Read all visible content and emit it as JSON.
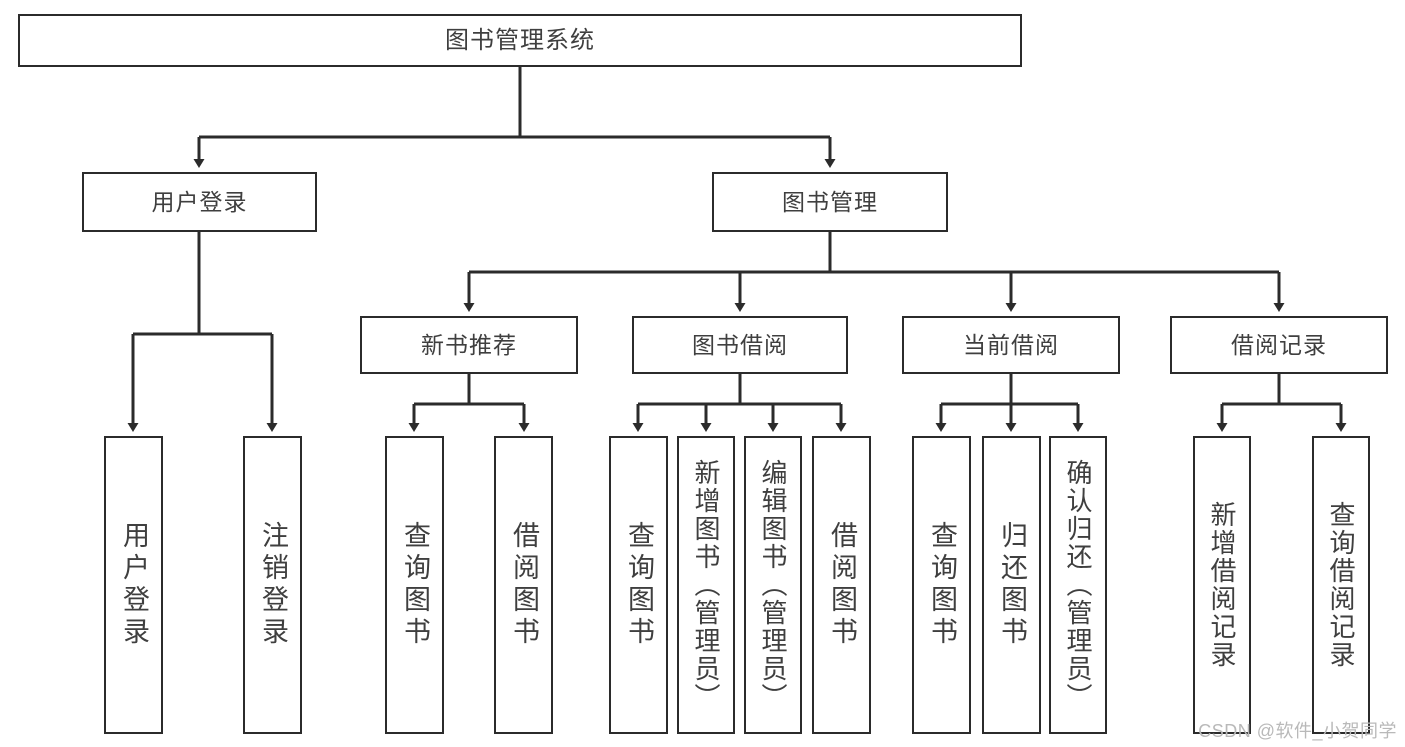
{
  "diagram": {
    "title": "图书管理系统",
    "type": "hierarchy-tree",
    "line_color": "#2b2b2b",
    "text_color": "#3f3f3f",
    "background_color": "#ffffff"
  },
  "nodes": {
    "root": {
      "label": "图书管理系统"
    },
    "level2": [
      {
        "label": "用户登录"
      },
      {
        "label": "图书管理"
      }
    ],
    "level3": [
      {
        "label": "新书推荐"
      },
      {
        "label": "图书借阅"
      },
      {
        "label": "当前借阅"
      },
      {
        "label": "借阅记录"
      }
    ],
    "leaves": {
      "user_login": [
        {
          "label": "用户登录"
        },
        {
          "label": "注销登录"
        }
      ],
      "new_book": [
        {
          "label": "查询图书"
        },
        {
          "label": "借阅图书"
        }
      ],
      "book_borrow": [
        {
          "label": "查询图书"
        },
        {
          "label": "新增图书（管理员）"
        },
        {
          "label": "编辑图书（管理员）"
        },
        {
          "label": "借阅图书"
        }
      ],
      "current_borrow": [
        {
          "label": "查询图书"
        },
        {
          "label": "归还图书"
        },
        {
          "label": "确认归还（管理员）"
        }
      ],
      "borrow_record": [
        {
          "label": "新增借阅记录"
        },
        {
          "label": "查询借阅记录"
        }
      ]
    }
  },
  "watermark": {
    "text": "CSDN @软件_小贺同学"
  }
}
